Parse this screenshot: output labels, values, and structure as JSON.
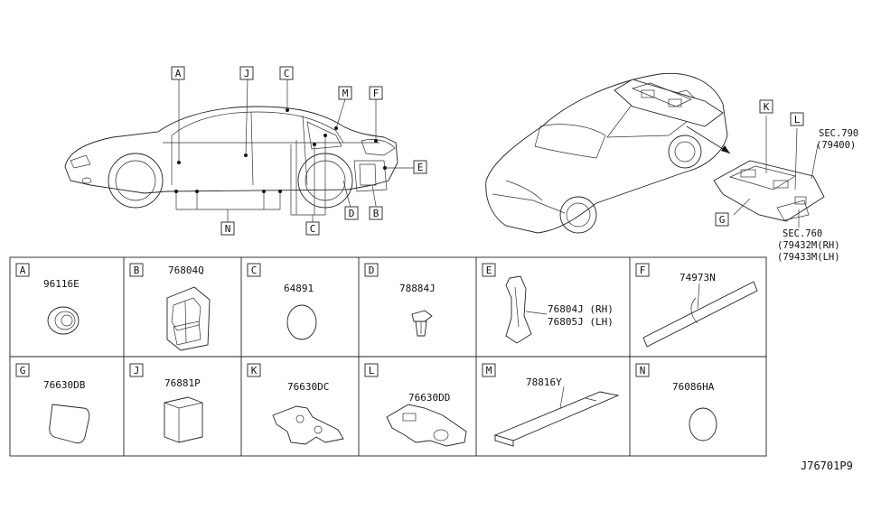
{
  "callouts": {
    "A": "A",
    "B": "B",
    "C": "C",
    "D": "D",
    "E": "E",
    "F": "F",
    "G": "G",
    "J": "J",
    "K": "K",
    "L": "L",
    "M": "M",
    "N": "N"
  },
  "sec_refs": {
    "sec790": "SEC.790",
    "sec790_part": "(79400)",
    "sec760": "SEC.760",
    "sec760_rh": "(79432M(RH)",
    "sec760_lh": "(79433M(LH)"
  },
  "parts": [
    {
      "letter": "A",
      "numbers": [
        "96116E"
      ]
    },
    {
      "letter": "B",
      "numbers": [
        "76804Q"
      ]
    },
    {
      "letter": "C",
      "numbers": [
        "64891"
      ]
    },
    {
      "letter": "D",
      "numbers": [
        "78884J"
      ]
    },
    {
      "letter": "E",
      "numbers": [
        "76804J (RH)",
        "76805J (LH)"
      ]
    },
    {
      "letter": "F",
      "numbers": [
        "74973N"
      ]
    },
    {
      "letter": "G",
      "numbers": [
        "76630DB"
      ]
    },
    {
      "letter": "J",
      "numbers": [
        "76881P"
      ]
    },
    {
      "letter": "K",
      "numbers": [
        "76630DC"
      ]
    },
    {
      "letter": "L",
      "numbers": [
        "76630DD"
      ]
    },
    {
      "letter": "M",
      "numbers": [
        "78816Y"
      ]
    },
    {
      "letter": "N",
      "numbers": [
        "76086HA"
      ]
    }
  ],
  "diagram_code": "J76701P9"
}
